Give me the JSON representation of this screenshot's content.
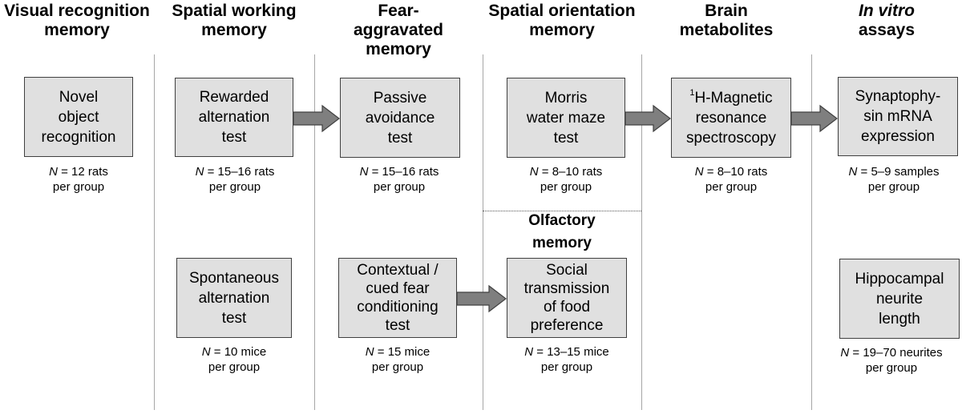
{
  "headers": {
    "visual": [
      "Visual recognition",
      "memory"
    ],
    "spatial_working": [
      "Spatial working",
      "memory"
    ],
    "fear": [
      "Fear-",
      "aggravated",
      "memory"
    ],
    "spatial_orientation": [
      "Spatial orientation",
      "memory"
    ],
    "brain": [
      "Brain",
      "metabolites"
    ],
    "invitro_italic": "In vitro",
    "invitro_rest": "assays",
    "olfactory": [
      "Olfactory",
      "memory"
    ]
  },
  "boxes": {
    "novel_object": [
      "Novel",
      "object",
      "recognition"
    ],
    "rewarded_alternation": [
      "Rewarded",
      "alternation",
      "test"
    ],
    "passive_avoidance": [
      "Passive",
      "avoidance",
      "test"
    ],
    "morris_water_maze": [
      "Morris",
      "water maze",
      "test"
    ],
    "mrs_sup": "1",
    "mrs_first": "H-Magnetic",
    "mrs_rest": [
      "resonance",
      "spectroscopy"
    ],
    "synaptophysin": [
      "Synaptophy-",
      "sin mRNA",
      "expression"
    ],
    "spontaneous_alternation": [
      "Spontaneous",
      "alternation",
      "test"
    ],
    "fear_conditioning": [
      "Contextual /",
      "cued fear",
      "conditioning",
      "test"
    ],
    "social_transmission": [
      "Social",
      "transmission",
      "of food",
      "preference"
    ],
    "neurite_length": [
      "Hippocampal",
      "neurite",
      "length"
    ]
  },
  "sample_sizes": {
    "n_symbol": "N",
    "novel_object": [
      " = 12 rats",
      "per group"
    ],
    "rewarded_alternation": [
      " = 15–16 rats",
      "per group"
    ],
    "passive_avoidance": [
      " = 15–16 rats",
      "per group"
    ],
    "morris_water_maze": [
      " = 8–10 rats",
      "per group"
    ],
    "mrs": [
      " = 8–10 rats",
      "per group"
    ],
    "synaptophysin": [
      " = 5–9 samples",
      "per group"
    ],
    "spontaneous_alternation": [
      " = 10 mice",
      "per group"
    ],
    "fear_conditioning": [
      " = 15 mice",
      "per group"
    ],
    "social_transmission": [
      " = 13–15 mice",
      "per group"
    ],
    "neurite_length": [
      " = 19–70 neurites",
      "per group"
    ]
  },
  "colors": {
    "box_fill": "#e0e0e0",
    "box_border": "#404040",
    "arrow_fill": "#7f7f7f",
    "arrow_stroke": "#404040",
    "divider": "#a6a6a6"
  }
}
